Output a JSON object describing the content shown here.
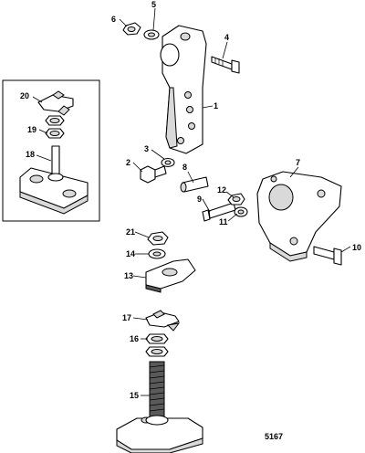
{
  "diagram": {
    "figure_number": "5167",
    "callouts": [
      "1",
      "2",
      "3",
      "4",
      "5",
      "6",
      "7",
      "8",
      "9",
      "10",
      "11",
      "12",
      "13",
      "14",
      "15",
      "16",
      "17",
      "18",
      "19",
      "20",
      "21"
    ]
  }
}
